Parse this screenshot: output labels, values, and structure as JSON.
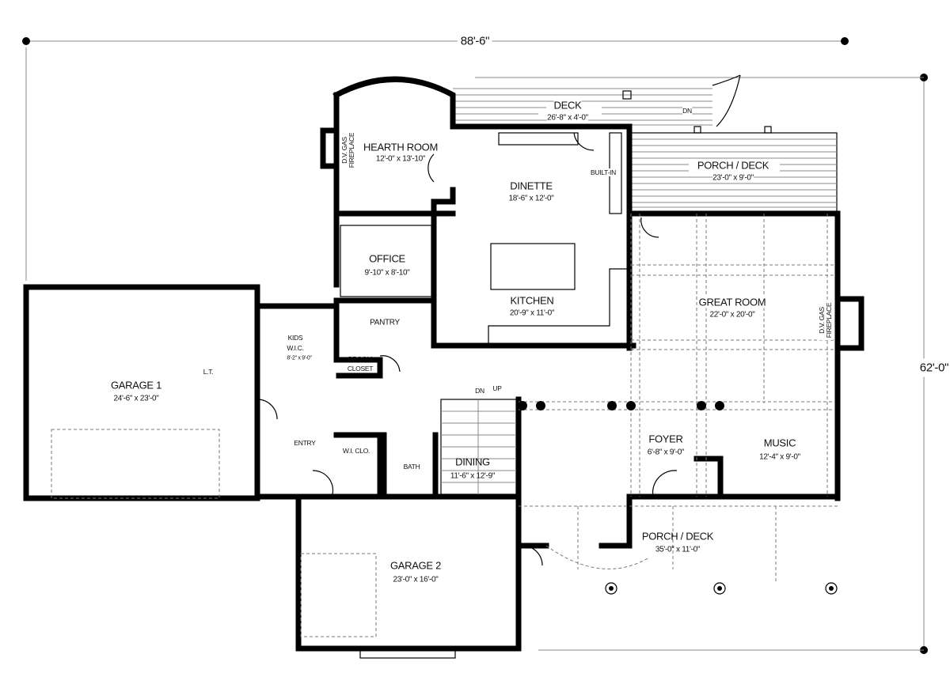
{
  "dimensions": {
    "width": "88'-6\"",
    "depth": "62'-0\""
  },
  "rooms": {
    "deck": {
      "name": "DECK",
      "size": "26'-8\" x 4'-0\"",
      "stair": "DN"
    },
    "hearth": {
      "name": "HEARTH  ROOM",
      "size": "12'-0\" x 13'-10\""
    },
    "fireplace1": "D.V. GAS FIREPLACE",
    "dinette": {
      "name": "DINETTE",
      "size": "18'-6\" x 12'-0\""
    },
    "builtin": "BUILT-IN",
    "porch_top": {
      "name": "PORCH / DECK",
      "size": "23'-0\" x 9'-0\""
    },
    "office": {
      "name": "OFFICE",
      "size": "9'-10\" x 8'-10\""
    },
    "kitchen": {
      "name": "KITCHEN",
      "size": "20'-9\" x 11'-0\""
    },
    "great": {
      "name": "GREAT ROOM",
      "size": "22'-0\" x 20'-0\""
    },
    "fireplace2": "D.V. GAS FIREPLACE",
    "pantry": "PANTRY",
    "kids_wic": {
      "name1": "KIDS",
      "name2": "W.I.C.",
      "size": "8'-2\" x 9'-0\""
    },
    "broom": {
      "line1": "BROOM",
      "line2": "CLOSET"
    },
    "garage1": {
      "name": "GARAGE 1",
      "size": "24'-6\" x 23'-0\""
    },
    "lt": "L.T.",
    "stairs": {
      "down": "DN",
      "up": "UP"
    },
    "entry": "ENTRY",
    "wiclo": "W.I. CLO.",
    "bath": "BATH",
    "foyer": {
      "name": "FOYER",
      "size": "6'-8\" x 9'-0\""
    },
    "music": {
      "name": "MUSIC",
      "size": "12'-4\" x 9'-0\""
    },
    "dining": {
      "name": "DINING",
      "size": "11'-6\" x 12'-9\""
    },
    "porch_front": {
      "name": "PORCH / DECK",
      "size": "35'-0\" x 11'-0\""
    },
    "garage2": {
      "name": "GARAGE 2",
      "size": "23'-0\" x 16'-0\""
    }
  }
}
